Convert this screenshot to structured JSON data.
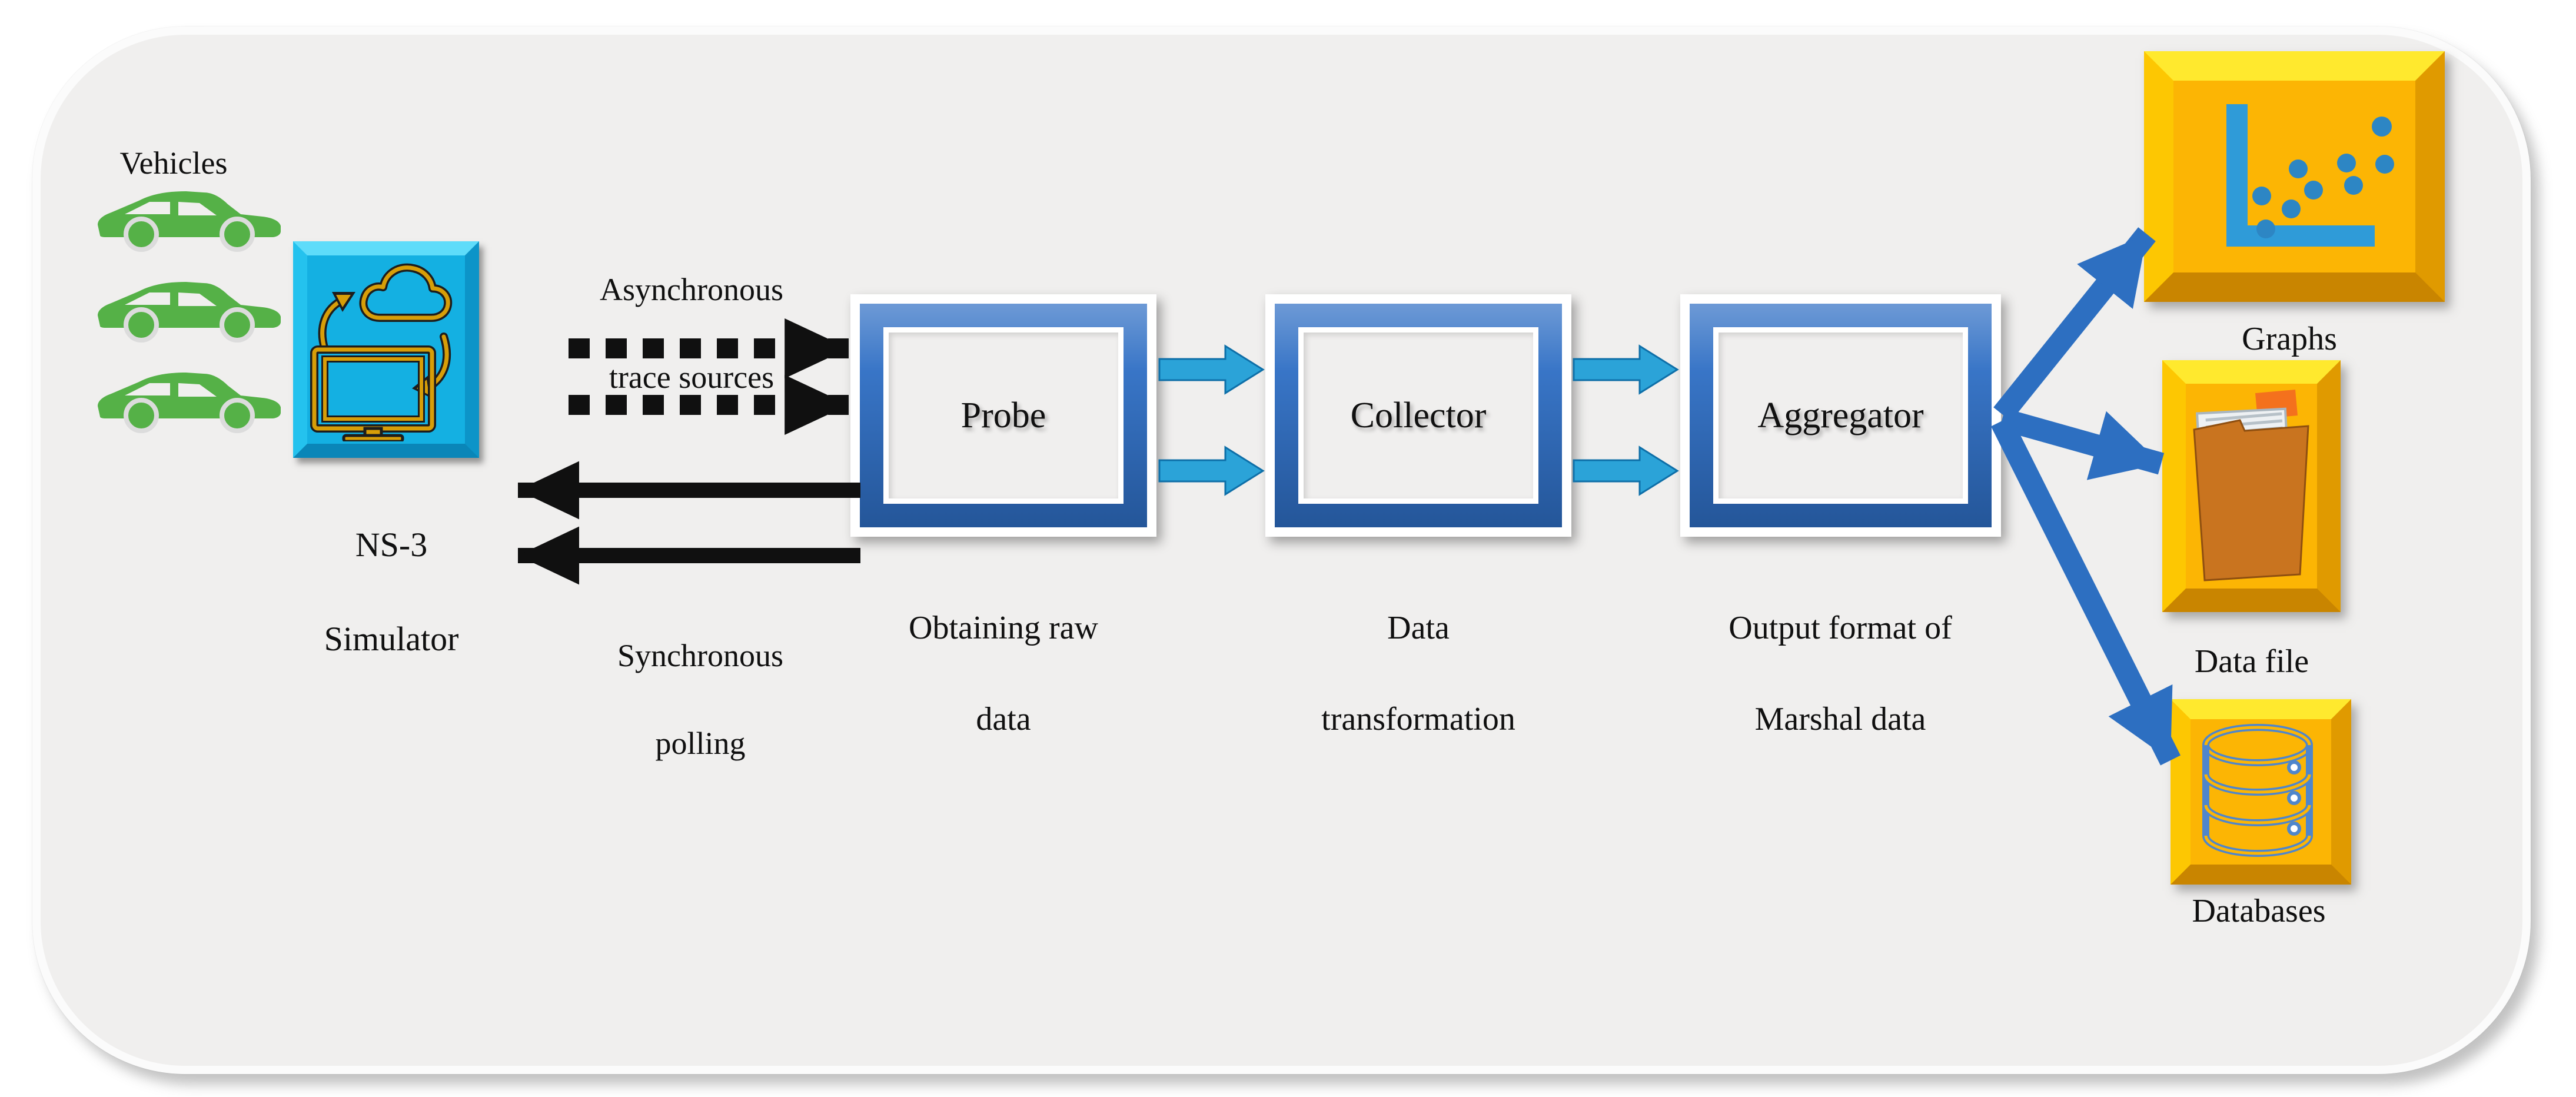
{
  "diagram": {
    "vehicles": {
      "label": "Vehicles",
      "car_count": 3
    },
    "simulator": {
      "icon": "computer-cloud-sync-icon",
      "label_line1": "NS-3",
      "label_line2": "Simulator"
    },
    "flows": {
      "async": {
        "line1": "Asynchronous",
        "line2": "trace sources",
        "style": "dashed",
        "direction": "right",
        "arrow_count": 2
      },
      "sync": {
        "line1": "Synchronous",
        "line2": "polling",
        "style": "solid",
        "direction": "left",
        "arrow_count": 2
      }
    },
    "stages": [
      {
        "name": "Probe",
        "caption_line1": "Obtaining raw",
        "caption_line2": "data"
      },
      {
        "name": "Collector",
        "caption_line1": "Data",
        "caption_line2": "transformation"
      },
      {
        "name": "Aggregator",
        "caption_line1": "Output format of",
        "caption_line2": "Marshal data"
      }
    ],
    "outputs": [
      {
        "label": "Graphs",
        "icon": "scatter-chart-icon"
      },
      {
        "label": "Data file",
        "icon": "folder-icon"
      },
      {
        "label": "Databases",
        "icon": "database-icon"
      }
    ]
  },
  "colors": {
    "ink": "#101010",
    "cardBg": "#f0efee",
    "cardEdge": "#fbfbfb",
    "green": "#55b147",
    "cyanFace": "#14b0e2",
    "cyanTop": "#5edcfa",
    "cyanLeft": "#24c2ee",
    "cyanRight": "#0c94c8",
    "cyanBottom": "#0a86b8",
    "iconGold": "#d79e08",
    "frameBlue": "#2e6ec4",
    "arrowCyan": "#2ba3d8",
    "arrowCyanEdge": "#0e6fa8",
    "royal": "#2d6fc1",
    "goldFace": "#fcb504",
    "goldTop": "#ffe92e",
    "goldLeft": "#fdc702",
    "goldRight": "#e09a00",
    "goldBottom": "#c98500",
    "folderOrange": "#c9741f",
    "folderTab": "#f4711d",
    "paper": "#eef1f3",
    "dbStroke": "#4f86cc",
    "axisBlue": "#2f9bd8",
    "dotBlue": "#2d86c4"
  }
}
